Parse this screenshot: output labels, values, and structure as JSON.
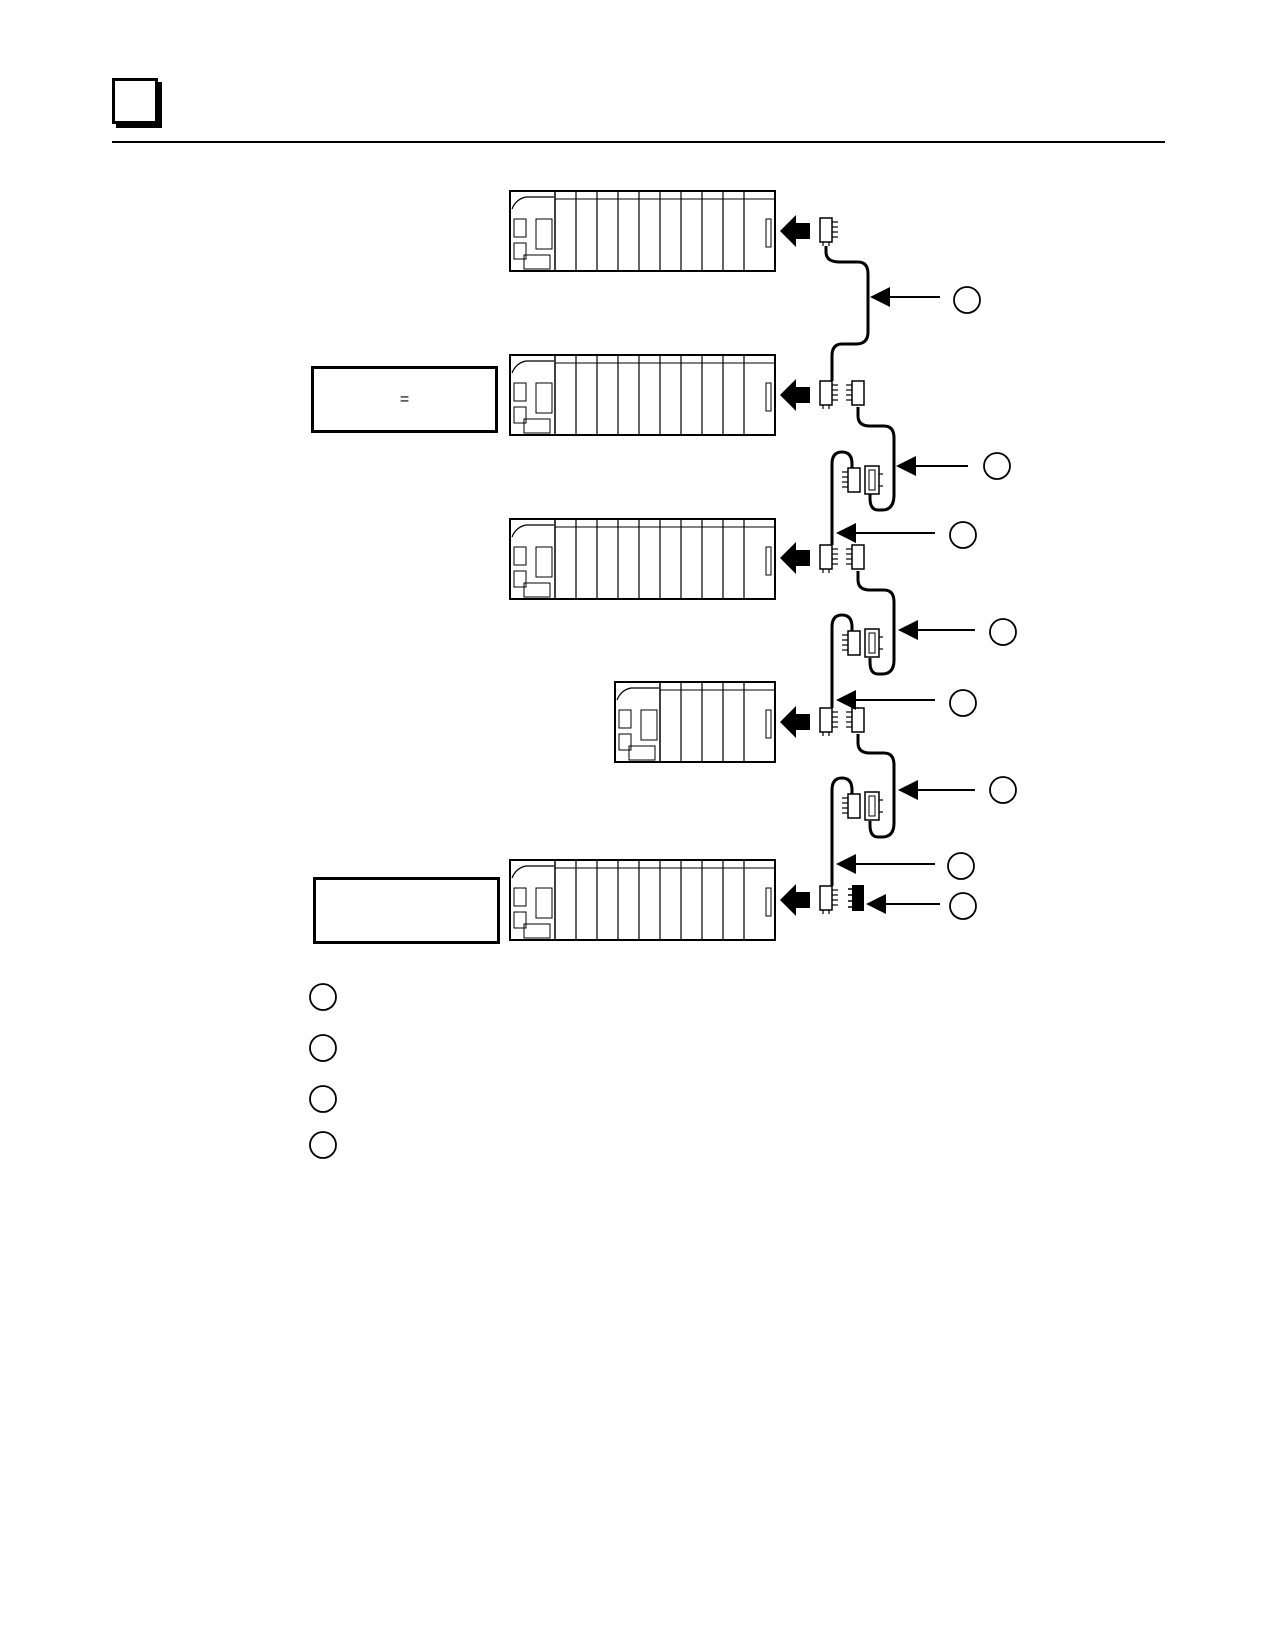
{
  "header": {
    "page_tab_icon": "page-tab-icon"
  },
  "notes": {
    "box1_text": "=",
    "box2_text": ""
  },
  "diagram": {
    "racks": [
      {
        "slots": 10,
        "connection": "single-connector"
      },
      {
        "slots": 10,
        "connection": "dual-connector"
      },
      {
        "slots": 10,
        "connection": "dual-connector"
      },
      {
        "slots": 5,
        "connection": "dual-connector"
      },
      {
        "slots": 10,
        "connection": "connector-with-terminator"
      }
    ],
    "callouts": [
      "",
      "",
      "",
      "",
      "",
      "",
      "",
      ""
    ],
    "legend_items": [
      "",
      "",
      "",
      ""
    ],
    "colors": {
      "line": "#000000",
      "fill": "#ffffff"
    }
  }
}
